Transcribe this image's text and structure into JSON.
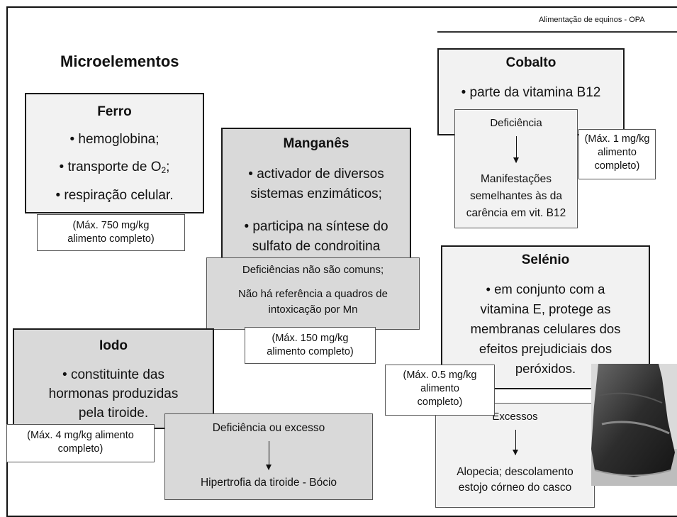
{
  "header": {
    "text": "Alimentação de equinos - OPA"
  },
  "slide_title": "Microelementos",
  "ferro": {
    "title": "Ferro",
    "items": [
      "• hemoglobina;",
      "• transporte de O",
      "2",
      ";",
      "• respiração celular."
    ],
    "max": [
      "(Máx. 750 mg/kg",
      "alimento completo)"
    ]
  },
  "manganes": {
    "title": "Manganês",
    "items": [
      "• activador de diversos",
      "sistemas enzimáticos;",
      "• participa na síntese do",
      "sulfato de condroitina"
    ],
    "notes": [
      "Deficiências não são comuns;",
      "Não há referência a quadros de",
      "intoxicação por Mn"
    ],
    "max": [
      "(Máx. 150 mg/kg",
      "alimento completo)"
    ]
  },
  "cobalto": {
    "title": "Cobalto",
    "item": "• parte da vitamina B12",
    "deficiency_label": "Deficiência",
    "consequence": [
      "Manifestações",
      "semelhantes às da",
      "carência em vit. B12"
    ],
    "max": [
      "(Máx. 1 mg/kg",
      "alimento",
      "completo)"
    ]
  },
  "selenio": {
    "title": "Selénio",
    "items": [
      "• em conjunto com a",
      "vitamina E, protege as",
      "membranas celulares dos",
      "efeitos prejudiciais dos",
      "peróxidos."
    ],
    "max": [
      "(Máx. 0.5 mg/kg",
      "alimento",
      "completo)"
    ],
    "excess_label": "Excessos",
    "consequence": [
      "Alopecia; descolamento",
      "estojo córneo do casco"
    ]
  },
  "iodo": {
    "title": "Iodo",
    "items": [
      "• constituinte das",
      "hormonas produzidas",
      "pela tiroide."
    ],
    "max": [
      "(Máx. 4 mg/kg alimento",
      "completo)"
    ],
    "condition_label": "Deficiência ou excesso",
    "consequence": "Hipertrofia da tiroide - Bócio"
  }
}
